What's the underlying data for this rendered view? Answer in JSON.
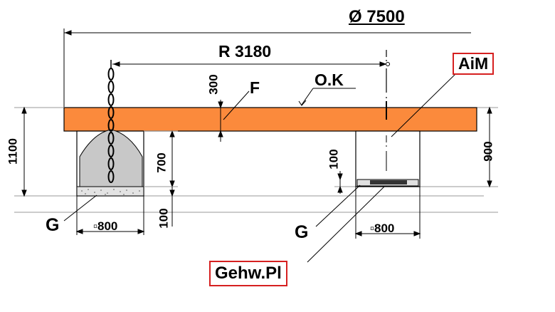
{
  "diameter_label": "Ø 7500",
  "radius_label": "R 3180",
  "top_dim_300": "300",
  "label_F": "F",
  "label_OK": "O.K",
  "label_AiM": "AiM",
  "dim_1100": "1100",
  "dim_700": "700",
  "dim_100_left": "100",
  "dim_100_right": "100",
  "dim_900": "900",
  "label_G_left": "G",
  "label_G_right": "G",
  "dim_800_left": "▫800",
  "dim_800_right": "▫800",
  "label_GehwPl": "Gehw.Pl",
  "colors": {
    "slab": "#fb8a3c",
    "foundation_fill": "#c8c8c8",
    "highlight_border": "#d62020"
  }
}
